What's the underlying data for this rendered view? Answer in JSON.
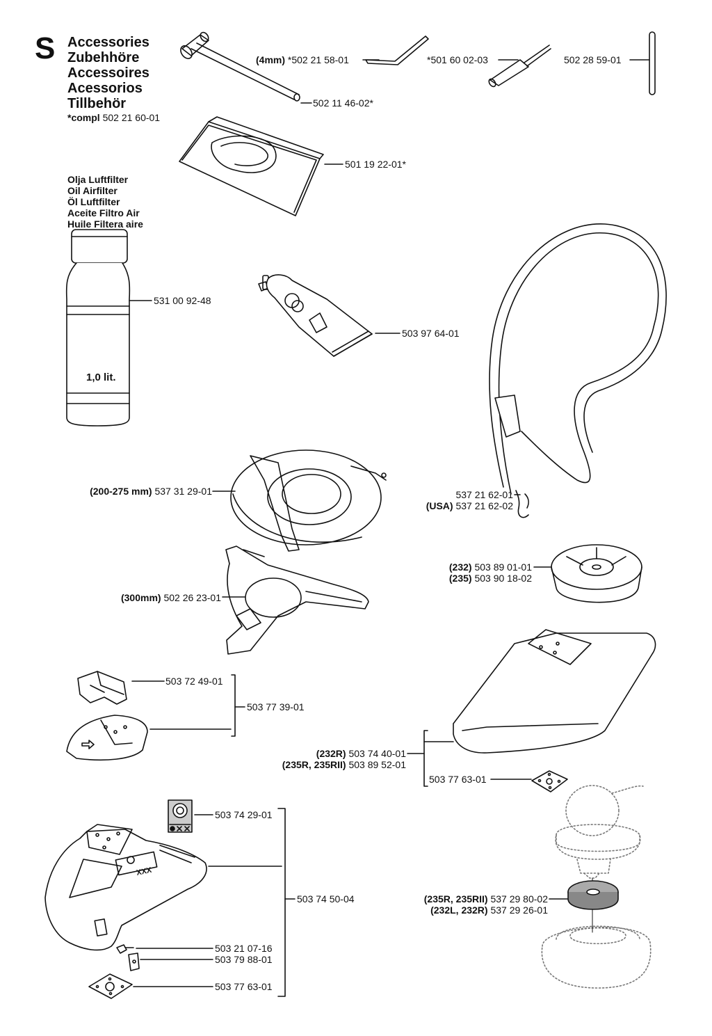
{
  "header": {
    "section_letter": "S",
    "titles": [
      "Accessories",
      "Zubehhöre",
      "Accessoires",
      "Acessorios",
      "Tillbehör"
    ],
    "compl_prefix": "*compl",
    "compl_number": "502 21 60-01"
  },
  "oil_section": {
    "titles": [
      "Olja Luftfilter",
      "Oil Airfilter",
      "Öl Luftfilter",
      "Aceite Filtro Air",
      "Huile Filtera aire"
    ],
    "bottle_label": "1,0 lit."
  },
  "labels": {
    "hex_key_qualifier": "(4mm)",
    "hex_key": "*502 21 58-01",
    "screwdriver": "*501 60 02-03",
    "t_pin": "502 28 59-01",
    "socket_wrench": "502 11 46-02*",
    "tool_bag": "501 19 22-01*",
    "oil_bottle": "531 00 92-48",
    "grease_tube": "503 97 64-01",
    "harness": "537 21 62-01",
    "harness_usa_qualifier": "(USA)",
    "harness_usa": "537 21 62-02",
    "guard_200_qualifier": "(200-275 mm)",
    "guard_200": "537 31 29-01",
    "spool_232_qualifier": "(232)",
    "spool_232": "503 89 01-01",
    "spool_235_qualifier": "(235)",
    "spool_235": "503 90 18-02",
    "guard_300_qualifier": "(300mm)",
    "guard_300": "502 26 23-01",
    "bracket": "503 72 49-01",
    "small_guard_kit": "503 77 39-01",
    "blade_guard_232r_qualifier": "(232R)",
    "blade_guard_232r": "503 74 40-01",
    "blade_guard_235r_qualifier": "(235R, 235RII)",
    "blade_guard_235r": "503 89 52-01",
    "plate_right": "503 77 63-01",
    "decal": "503 74 29-01",
    "large_guard_kit": "503 74 50-04",
    "screw": "503 21 07-16",
    "clip": "503 79 88-01",
    "plate_left": "503 77 63-01",
    "pad_235r_qualifier": "(235R, 235RII)",
    "pad_235r": "537 29 80-02",
    "pad_232l_qualifier": "(232L, 232R)",
    "pad_232l": "537 29 26-01"
  },
  "decal_text": "XXX"
}
